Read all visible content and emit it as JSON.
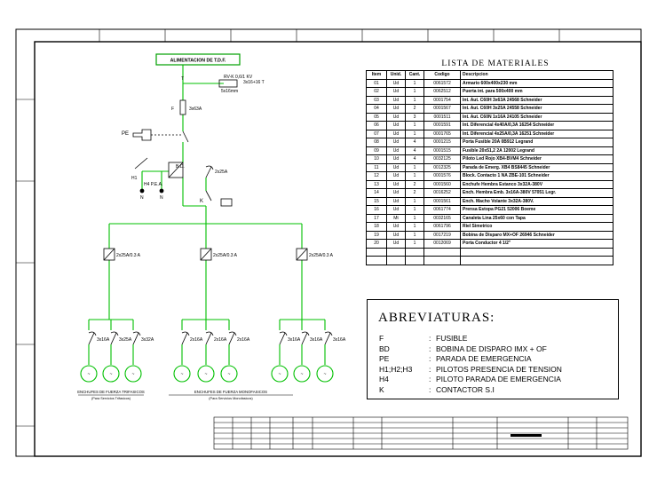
{
  "diagram": {
    "feed_label": "ALIMENTACION DE T.D.F.",
    "cable_label": "RV-K 0,6/1 KV",
    "cable_section": "3x16+16 T",
    "cable_note": "5x16mm",
    "fuse_label": "3x63A",
    "fuse_ref": "F",
    "pe_label": "PE",
    "bd_label": "B.D.",
    "pilots_label": "H1",
    "h4_label": "H4 P.E.A.",
    "main_breaker": "2x25A",
    "k_label": "K",
    "n_label": "N",
    "rcd_left": "2x25A/0.3 A",
    "rcd_mid": "2x25A/0.3 A",
    "rcd_right": "2x25A/0.3 A",
    "group_left": [
      "3x16A",
      "3x25A",
      "3x32A"
    ],
    "group_mid": [
      "2x16A",
      "2x16A",
      "2x16A"
    ],
    "group_right": [
      "3x16A",
      "3x16A",
      "3x16A"
    ],
    "socket_text": "~",
    "caption_left": "ENCHUFES DE FUERZA TRIFASICOS",
    "caption_left_sub": "(Para Servicios Trifasicos)",
    "caption_mid": "ENCHUFES DE FUERZA MONOFASICOS",
    "caption_mid_sub": "(Para Servicios Monofasicos)"
  },
  "materials": {
    "title": "LISTA DE MATERIALES",
    "headers": [
      "Item",
      "Unid.",
      "Cant.",
      "Codigo",
      "Descripcion"
    ],
    "rows": [
      [
        "01",
        "Ud",
        "1",
        "0061572",
        "Armario 600x400x230 mm"
      ],
      [
        "02",
        "Ud",
        "1",
        "0062512",
        "Puerta int. para 500x400 mm"
      ],
      [
        "03",
        "Ud",
        "1",
        "0001754",
        "Int. Aut. C60H 3x63A 24568 Schneider"
      ],
      [
        "04",
        "Ud",
        "2",
        "0001567",
        "Int. Aut. C60H 3x25A 24558 Schneider"
      ],
      [
        "05",
        "Ud",
        "3",
        "0001511",
        "Int. Aut. C60N 1x16A 24105 Schneider"
      ],
      [
        "06",
        "Ud",
        "1",
        "0001591",
        "Int. Diferencial 4x40A/0,3A 16254 Schneider"
      ],
      [
        "07",
        "Ud",
        "1",
        "0001765",
        "Int. Diferencial 4x25A/0,3A 16251 Schneider"
      ],
      [
        "08",
        "Ud",
        "4",
        "0001215",
        "Porta Fusible 20A 0B912 Legrand"
      ],
      [
        "09",
        "Ud",
        "4",
        "0001515",
        "Fusible 20x51,2 2A 12002 Legrand"
      ],
      [
        "10",
        "Ud",
        "4",
        "0032125",
        "Piloto Led Rojo XB4-BVM4 Schneider"
      ],
      [
        "11",
        "Ud",
        "1",
        "0012325",
        "Parada de Emerg. XB4 BS8445 Schneider"
      ],
      [
        "12",
        "Ud",
        "1",
        "0001576",
        "Block. Contacto 1 NA ZBE-101 Schneider"
      ],
      [
        "13",
        "Ud",
        "2",
        "0001560",
        "Enchufe Hembra Estanco 3x32A-380V"
      ],
      [
        "14",
        "Ud",
        "2",
        "0016252",
        "Ench. Hembra Emb. 3x16A-380V 57051 Legr."
      ],
      [
        "15",
        "Ud",
        "1",
        "0001561",
        "Ench. Macho Volante 3x32A-380V."
      ],
      [
        "16",
        "Ud",
        "1",
        "0061774",
        "Prensa Estopa PG21 52006 Boeme"
      ],
      [
        "17",
        "Mt",
        "1",
        "0032165",
        "Canaleta Lina 25x60 con Tapa"
      ],
      [
        "18",
        "Ud",
        "1",
        "0061796",
        "Riel Simetrico"
      ],
      [
        "19",
        "Ud",
        "1",
        "0017219",
        "Bobina de Disparo MX+OF 26946 Schneider"
      ],
      [
        "20",
        "Ud",
        "1",
        "0012069",
        "Porta Conductor 4 1/2\""
      ],
      [
        "",
        "",
        "",
        "",
        ""
      ],
      [
        "",
        "",
        "",
        "",
        ""
      ]
    ]
  },
  "abbreviations": {
    "title": "ABREVIATURAS:",
    "items": [
      {
        "code": "F",
        "desc": "FUSIBLE"
      },
      {
        "code": "BD",
        "desc": "BOBINA DE DISPARO IMX + OF"
      },
      {
        "code": "PE",
        "desc": "PARADA DE EMERGENCIA"
      },
      {
        "code": "H1;H2;H3",
        "desc": "PILOTOS PRESENCIA DE TENSION"
      },
      {
        "code": "H4",
        "desc": "PILOTO PARADA DE EMERGENCIA"
      },
      {
        "code": "K",
        "desc": "CONTACTOR S.I"
      }
    ]
  },
  "colors": {
    "wire": "#00c000",
    "ink": "#000000",
    "feed_box": "#00a000"
  }
}
